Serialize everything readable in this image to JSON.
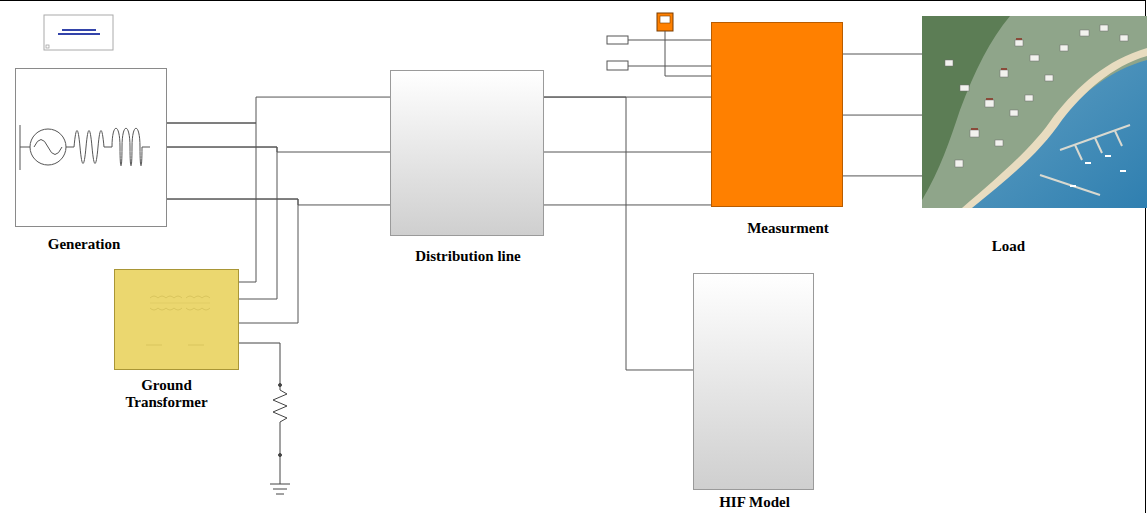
{
  "diagram": {
    "nodes": [
      {
        "text": [
          "Generation"
        ]
      },
      {
        "text": [
          "Ground Transformer"
        ]
      },
      {
        "text": [
          "Distribution line"
        ]
      },
      {
        "text": [
          "Measurment"
        ]
      },
      {
        "text": [
          "Load"
        ]
      },
      {
        "text": [
          "HIF Model"
        ]
      }
    ],
    "edges": [
      {
        "from": 0,
        "to": 2,
        "arrow": "none"
      },
      {
        "from": 1,
        "to": 0,
        "arrow": "none"
      },
      {
        "from": 2,
        "to": 3,
        "arrow": "none"
      },
      {
        "from": 2,
        "to": 5,
        "arrow": "none"
      },
      {
        "from": 3,
        "to": 4,
        "arrow": "none"
      }
    ]
  }
}
